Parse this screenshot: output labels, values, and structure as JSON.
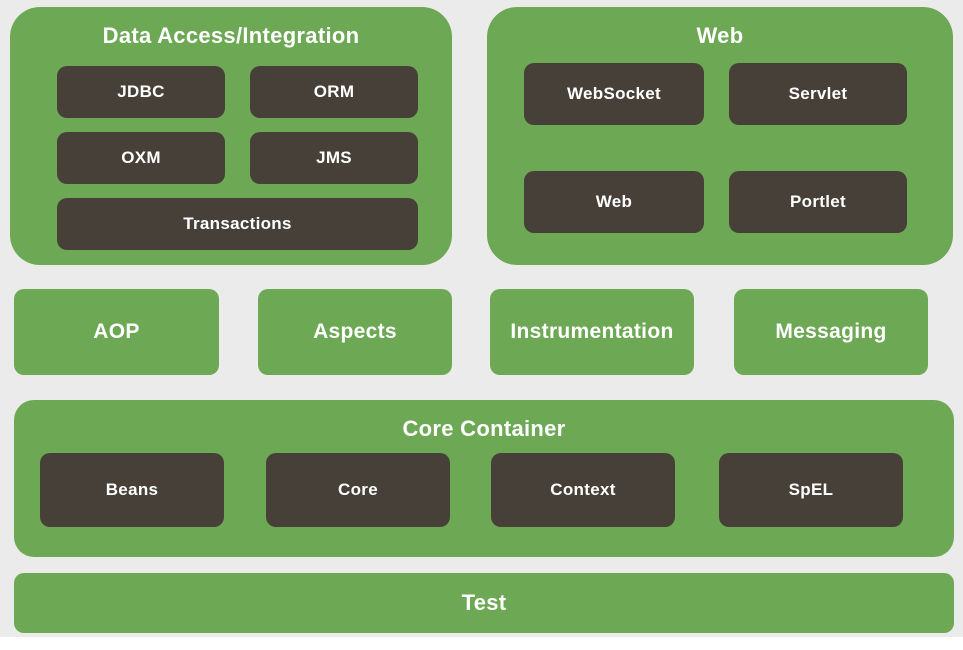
{
  "colors": {
    "canvas_bg": "#ebebeb",
    "green": "#6da854",
    "dark": "#474038",
    "text": "#ffffff"
  },
  "groups": {
    "data_access": {
      "title": "Data Access/Integration",
      "modules": [
        "JDBC",
        "ORM",
        "OXM",
        "JMS",
        "Transactions"
      ]
    },
    "web": {
      "title": "Web",
      "modules": [
        "WebSocket",
        "Servlet",
        "Web",
        "Portlet"
      ]
    },
    "core": {
      "title": "Core Container",
      "modules": [
        "Beans",
        "Core",
        "Context",
        "SpEL"
      ]
    }
  },
  "standalone": {
    "aop": "AOP",
    "aspects": "Aspects",
    "instrumentation": "Instrumentation",
    "messaging": "Messaging",
    "test": "Test"
  }
}
